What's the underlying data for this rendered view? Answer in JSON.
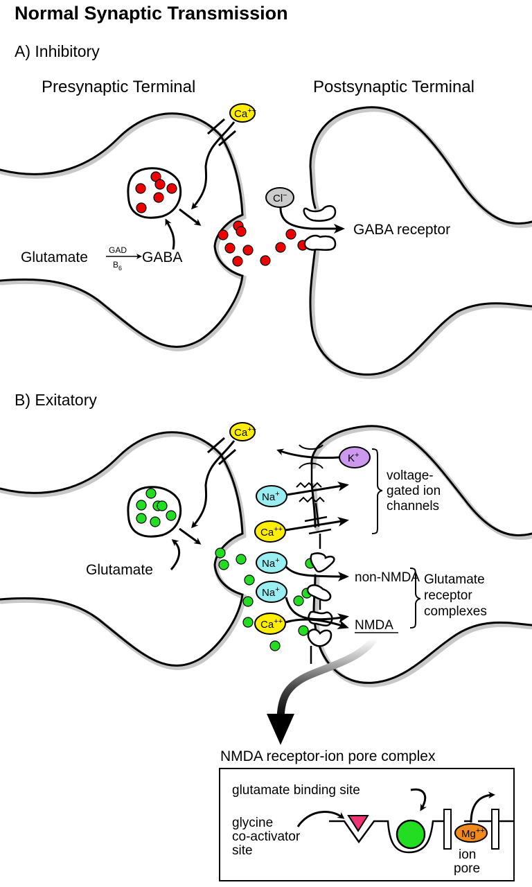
{
  "title": "Normal Synaptic Transmission",
  "section_a": {
    "label": "A) Inhibitory",
    "presynaptic_label": "Presynaptic Terminal",
    "postsynaptic_label": "Postsynaptic Terminal",
    "ca_ion": {
      "base": "Ca",
      "charge": "++"
    },
    "cl_ion": {
      "base": "Cl",
      "charge": "−"
    },
    "reaction": {
      "substrate": "Glutamate",
      "enzyme": "GAD",
      "cofactor_base": "B",
      "cofactor_sub": "6",
      "product": "GABA"
    },
    "receptor_label": "GABA receptor",
    "neurotransmitter_color": "#ee0000"
  },
  "section_b": {
    "label": "B) Exitatory",
    "ca_ion_pre": {
      "base": "Ca",
      "charge": "++"
    },
    "vesicle_label": "Glutamate",
    "ions": [
      {
        "base": "K",
        "charge": "+",
        "color": "#cc99ee"
      },
      {
        "base": "Na",
        "charge": "+",
        "color": "#99eef2"
      },
      {
        "base": "Ca",
        "charge": "++",
        "color": "#ffee00"
      },
      {
        "base": "Na",
        "charge": "+",
        "color": "#99eef2"
      },
      {
        "base": "Na",
        "charge": "+",
        "color": "#99eef2"
      },
      {
        "base": "Ca",
        "charge": "++",
        "color": "#ffee00"
      }
    ],
    "voltage_gated_label": [
      "voltage-",
      "gated ion",
      "channels"
    ],
    "non_nmda_label": "non-NMDA",
    "nmda_label": "NMDA",
    "glutamate_receptor_label": [
      "Glutamate",
      "receptor",
      "complexes"
    ],
    "neurotransmitter_color": "#22dd22"
  },
  "nmda_detail": {
    "title": "NMDA receptor-ion pore complex",
    "glutamate_site_label": "glutamate binding site",
    "glycine_site_label": [
      "glycine",
      "co-activator",
      "site"
    ],
    "mg_ion": {
      "base": "Mg",
      "charge": "++",
      "color": "#f08a1c"
    },
    "pore_label": [
      "ion",
      "pore"
    ],
    "glycine_color": "#ee3377",
    "glutamate_color": "#22dd22"
  },
  "colors": {
    "membrane_shadow": "#c8c8c8",
    "calcium": "#ffee00",
    "chloride": "#cccccc"
  }
}
